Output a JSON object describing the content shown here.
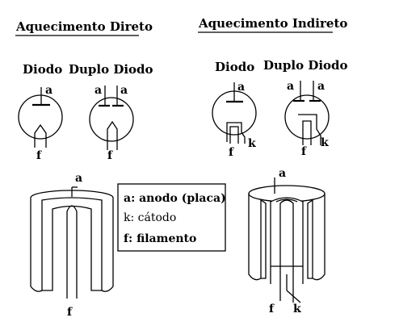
{
  "headings": {
    "direct": "Aquecimento Direto",
    "indirect": "Aquecimento Indireto"
  },
  "tubes": {
    "diode": "Diodo",
    "double_diode": "Duplo Diodo"
  },
  "pins": {
    "anode": "a",
    "cathode": "k",
    "filament": "f"
  },
  "legend": {
    "anode": "a: anodo (placa)",
    "cathode": "k: cátodo",
    "filament": "f: filamento"
  }
}
